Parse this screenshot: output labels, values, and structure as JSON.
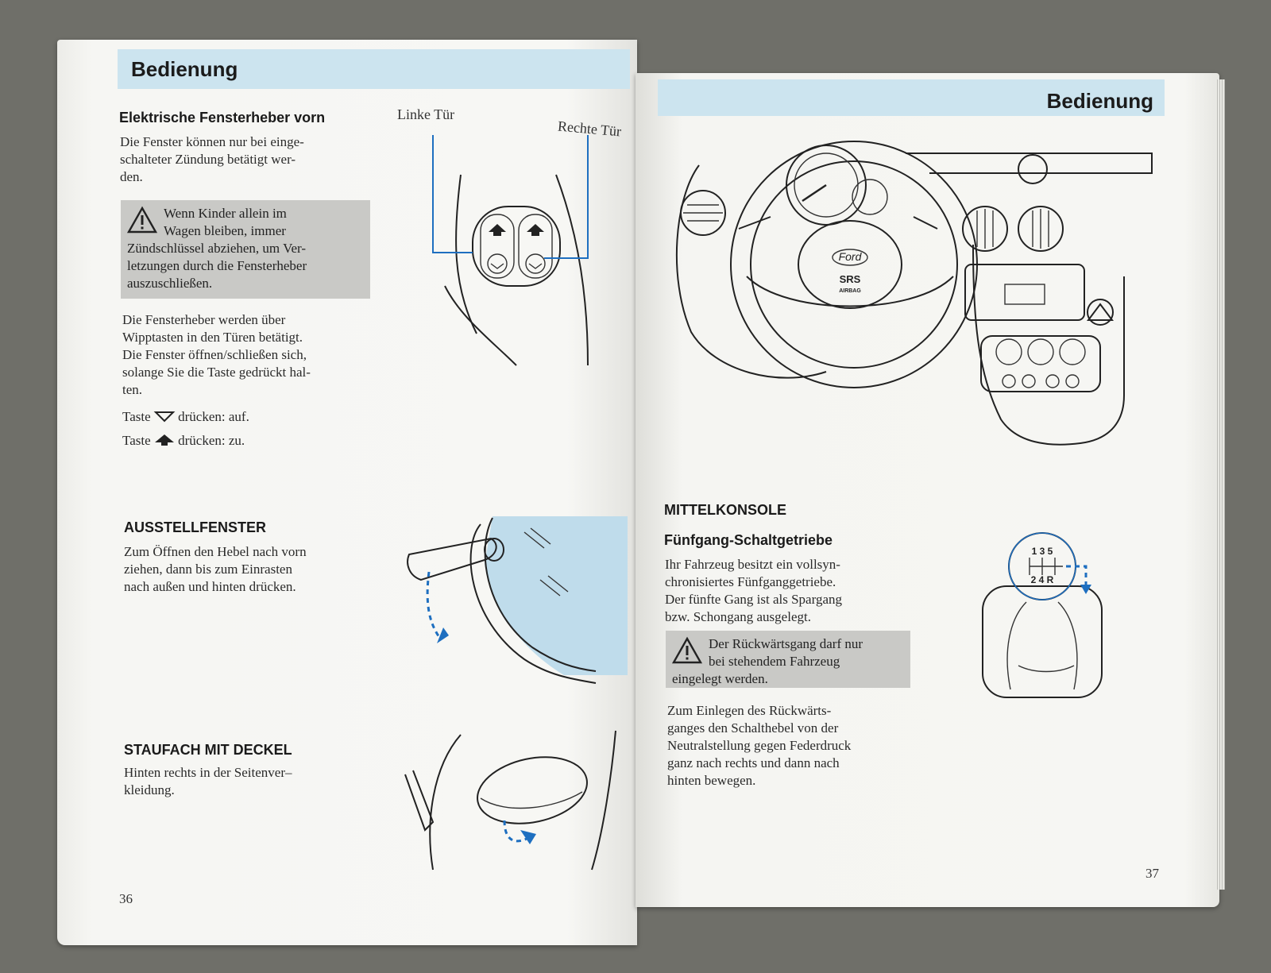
{
  "left_page": {
    "band_title": "Bedienung",
    "section1": {
      "heading": "Elektrische Fensterheber vorn",
      "intro": [
        "Die Fenster können nur bei einge-",
        "schalteter Zündung betätigt wer-",
        "den."
      ],
      "warning": [
        "Wenn Kinder allein im",
        "Wagen bleiben, immer",
        "Zündschlüssel abziehen, um Ver-",
        "letzungen durch die Fensterheber",
        "auszuschließen."
      ],
      "body": [
        "Die Fensterheber werden über",
        "Wipptasten in den Türen betätigt.",
        "Die Fenster öffnen/schließen sich,",
        "solange Sie die Taste gedrückt hal-",
        "ten."
      ],
      "taste_open_a": "Taste",
      "taste_open_b": "drücken: auf.",
      "taste_close_a": "Taste",
      "taste_close_b": "drücken: zu.",
      "label_left": "Linke Tür",
      "label_right": "Rechte Tür"
    },
    "section2": {
      "heading": "AUSSTELLFENSTER",
      "body": [
        "Zum Öffnen den Hebel nach vorn",
        "ziehen, dann bis zum Einrasten",
        "nach außen und hinten drücken."
      ]
    },
    "section3": {
      "heading": "STAUFACH MIT DECKEL",
      "body": [
        "Hinten rechts in der Seitenver–",
        "kleidung."
      ]
    },
    "page_number": "36"
  },
  "right_page": {
    "band_title": "Bedienung",
    "section1": {
      "heading": "MITTELKONSOLE",
      "subheading": "Fünfgang-Schaltgetriebe",
      "body": [
        "Ihr Fahrzeug besitzt ein vollsyn-",
        "chronisiertes Fünfganggetriebe.",
        "Der fünfte Gang ist als Spargang",
        "bzw. Schongang ausgelegt."
      ],
      "warning": [
        "Der Rückwärtsgang darf nur",
        "bei stehendem Fahrzeug",
        "eingelegt werden."
      ],
      "body2": [
        "Zum Einlegen des Rückwärts-",
        "ganges den Schalthebel von der",
        "Neutralstellung gegen Federdruck",
        "ganz nach rechts und dann nach",
        "hinten bewegen."
      ]
    },
    "dash_labels": {
      "brand": "Ford",
      "srs": "SRS",
      "airbag": "AIRBAG"
    },
    "gear_pattern": {
      "top": "1 3 5",
      "bottom": "2 4 R"
    },
    "page_number": "37"
  },
  "colors": {
    "band": "#cce4ef",
    "accent_blue": "#1e6fc0",
    "warning_bg": "#c9c9c6"
  }
}
